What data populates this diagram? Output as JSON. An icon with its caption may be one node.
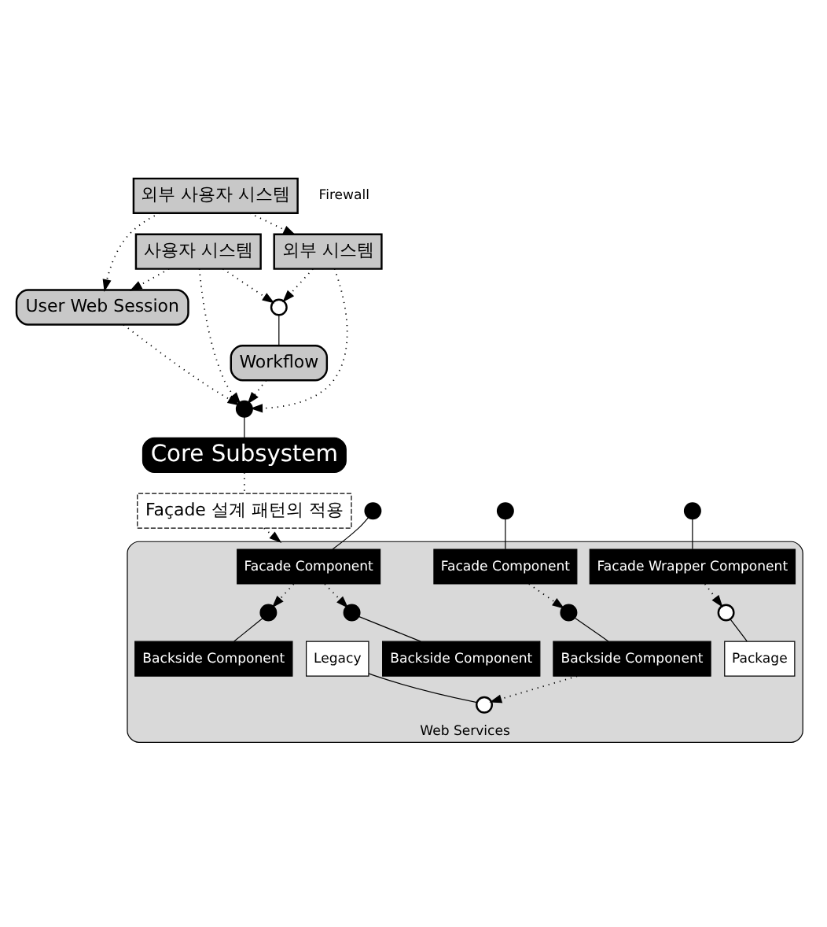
{
  "diagram": {
    "nodes": [
      {
        "text": [
          "외부 시스템"
        ]
      },
      {
        "text": [],
        "shape": "circle"
      },
      {
        "text": [
          "Workflow"
        ]
      },
      {
        "text": [
          "User Web Session"
        ]
      },
      {
        "text": [],
        "shape": "circle"
      },
      {
        "text": [
          "Core Subsystem"
        ]
      },
      {
        "text": [
          "외부 사용자 시스템"
        ]
      },
      {
        "text": [
          "사용자 시스템"
        ]
      },
      {
        "text": [
          "Façade 설계 패턴의 적용"
        ]
      },
      {
        "text": [
          "Web Services"
        ]
      },
      {
        "text": [],
        "shape": "circle"
      },
      {
        "text": [
          "Facade Component"
        ],
        "in": 9
      },
      {
        "text": [],
        "shape": "circle",
        "in": 9
      },
      {
        "text": [
          "Backside Component"
        ],
        "in": 9
      },
      {
        "text": [],
        "shape": "circle",
        "in": 9
      },
      {
        "text": [
          "Backside Component"
        ],
        "in": 9
      },
      {
        "text": [],
        "shape": "circle"
      },
      {
        "text": [
          "Facade Component"
        ],
        "in": 9
      },
      {
        "text": [],
        "shape": "circle",
        "in": 9
      },
      {
        "text": [
          "Backside Component"
        ],
        "in": 9
      },
      {
        "text": [
          "Legacy"
        ],
        "in": 9
      },
      {
        "text": [],
        "shape": "circle",
        "in": 9
      },
      {
        "text": [],
        "shape": "circle"
      },
      {
        "text": [
          "Facade Wrapper Component"
        ],
        "in": 9
      },
      {
        "text": [],
        "shape": "circle",
        "in": 9
      },
      {
        "text": [
          "Package"
        ],
        "in": 9
      }
    ],
    "edges": [
      {
        "from": 0,
        "to": 1,
        "arrow": "to",
        "style": "dashed"
      },
      {
        "from": 1,
        "to": 2,
        "arrow": "none"
      },
      {
        "from": 0,
        "to": 4,
        "arrow": "to",
        "style": "dashed"
      },
      {
        "from": 2,
        "to": 4,
        "arrow": "to",
        "style": "dashed"
      },
      {
        "from": 3,
        "to": 4,
        "arrow": "to",
        "style": "dashed"
      },
      {
        "from": 4,
        "to": 5,
        "arrow": "none"
      },
      {
        "from": 6,
        "to": 0,
        "arrow": "to",
        "style": "dashed"
      },
      {
        "from": 6,
        "to": 3,
        "arrow": "to",
        "style": "dashed"
      },
      {
        "from": 7,
        "to": 1,
        "arrow": "to",
        "style": "dashed"
      },
      {
        "from": 7,
        "to": 3,
        "arrow": "to",
        "style": "dashed"
      },
      {
        "from": 7,
        "to": 4,
        "arrow": "to",
        "style": "dashed"
      },
      {
        "from": 5,
        "to": 8,
        "arrow": "none",
        "style": "dashed"
      },
      {
        "from": 8,
        "to": 9,
        "arrow": "to",
        "style": "dashed"
      },
      {
        "from": 10,
        "to": 11,
        "arrow": "none"
      },
      {
        "from": 11,
        "to": 12,
        "arrow": "to",
        "style": "dashed"
      },
      {
        "from": 11,
        "to": 14,
        "arrow": "to",
        "style": "dashed"
      },
      {
        "from": 12,
        "to": 13,
        "arrow": "none"
      },
      {
        "from": 14,
        "to": 15,
        "arrow": "none"
      },
      {
        "from": 16,
        "to": 17,
        "arrow": "none"
      },
      {
        "from": 17,
        "to": 18,
        "arrow": "to",
        "style": "dashed"
      },
      {
        "from": 18,
        "to": 19,
        "arrow": "none"
      },
      {
        "from": 19,
        "to": 21,
        "arrow": "to",
        "style": "dashed"
      },
      {
        "from": 20,
        "to": 21,
        "arrow": "none"
      },
      {
        "from": 22,
        "to": 23,
        "arrow": "none"
      },
      {
        "from": 23,
        "to": 24,
        "arrow": "to",
        "style": "dashed"
      },
      {
        "from": 24,
        "to": 25,
        "arrow": "none"
      }
    ],
    "labels": [
      "Firewall"
    ]
  }
}
